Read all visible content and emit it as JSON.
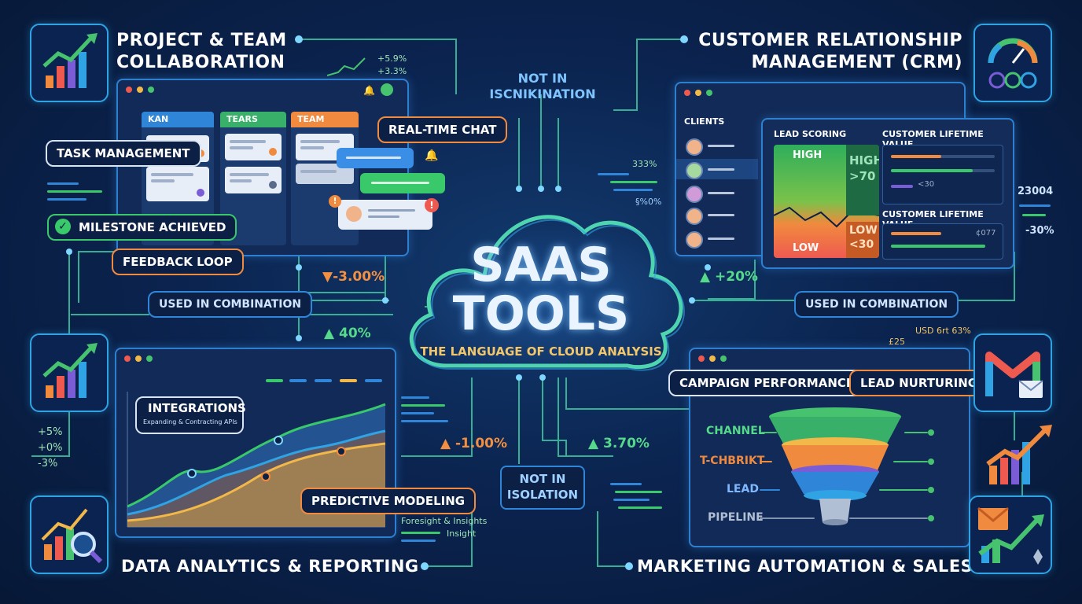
{
  "sections": {
    "project": "PROJECT & TEAM\nCOLLABORATION",
    "crm": "CUSTOMER RELATIONSHIP\nMANAGEMENT (CRM)",
    "analytics": "DATA ANALYTICS & REPORTING",
    "marketing": "MARKETING AUTOMATION & SALES"
  },
  "center": {
    "title_line1": "SAAS",
    "title_line2": "TOOLS",
    "subtitle": "THE LANGUAGE OF CLOUD ANALYSIS",
    "top_label": "NOT IN\nISCNIKINATION",
    "bottom_label": "NOT IN\nISOLATION"
  },
  "combination_left": "USED IN COMBINATION",
  "combination_right": "USED IN COMBINATION",
  "project": {
    "kanban_columns": [
      "KAN",
      "TEARS",
      "TEAM"
    ],
    "tags": {
      "task": "TASK MANAGEMENT",
      "milestone": "MILESTONE ACHIEVED",
      "feedback": "FEEDBACK LOOP",
      "chat": "REAL-TIME CHAT"
    },
    "trend_up1": "+5.9%",
    "trend_up2": "+3.3%"
  },
  "crm": {
    "clients_title": "CLIENTS",
    "lead_scoring": "LEAD SCORING",
    "high": "HIGH",
    "high_value": "HIGH\n>70",
    "low": "LOW",
    "low_value": "LOW\n<30",
    "clv1": "CUSTOMER LIFETIME VALUE",
    "clv2": "CUSTOMER LIFETIME VALUE",
    "clv_small": "<30",
    "clv_small2": "¢077",
    "side_num": "23004",
    "side_pct": "-30%",
    "mid_code1": "333% ",
    "mid_code2": "§%0%"
  },
  "metrics": {
    "m1": "▼-3.00%",
    "m2": "▲ +20%",
    "m3": "▲ 40%",
    "m4": "▲ -1.00%",
    "m5": "▲ 3.70%"
  },
  "analytics": {
    "integrations": "INTEGRATIONS",
    "integrations_sub": "Expanding & Contracting APIs",
    "predictive": "PREDICTIVE MODELING",
    "foresight1": "Foresight & Insights",
    "foresight2": "Insight",
    "left_stats": [
      "+5%",
      "+0%",
      "-3%"
    ]
  },
  "marketing": {
    "campaign": "CAMPAIGN PERFORMANCE",
    "nurturing": "LEAD NURTURING",
    "funnel_labels": [
      "CHANNEL",
      "T-CHBRIKT",
      "LEAD",
      "PIPELINE"
    ],
    "usd_text": "USD 6rt 63%",
    "usd_text2": "£25  "
  },
  "colors": {
    "background": "#0b2450",
    "wire": "#3fc7a0",
    "accent_blue": "#2fa3e3",
    "accent_orange": "#f08a3e",
    "accent_green": "#39c96b"
  },
  "icons": {
    "project_tile": "bar-chart-up-icon",
    "crm_tile": "gauge-team-icon",
    "analytics_tile": "bar-chart-up-icon",
    "analytics_tile2": "magnifier-chart-icon",
    "marketing_tile": "gmail-envelope-icon",
    "marketing_tile2": "growth-arrow-icon",
    "marketing_tile3": "mail-growth-icon"
  }
}
